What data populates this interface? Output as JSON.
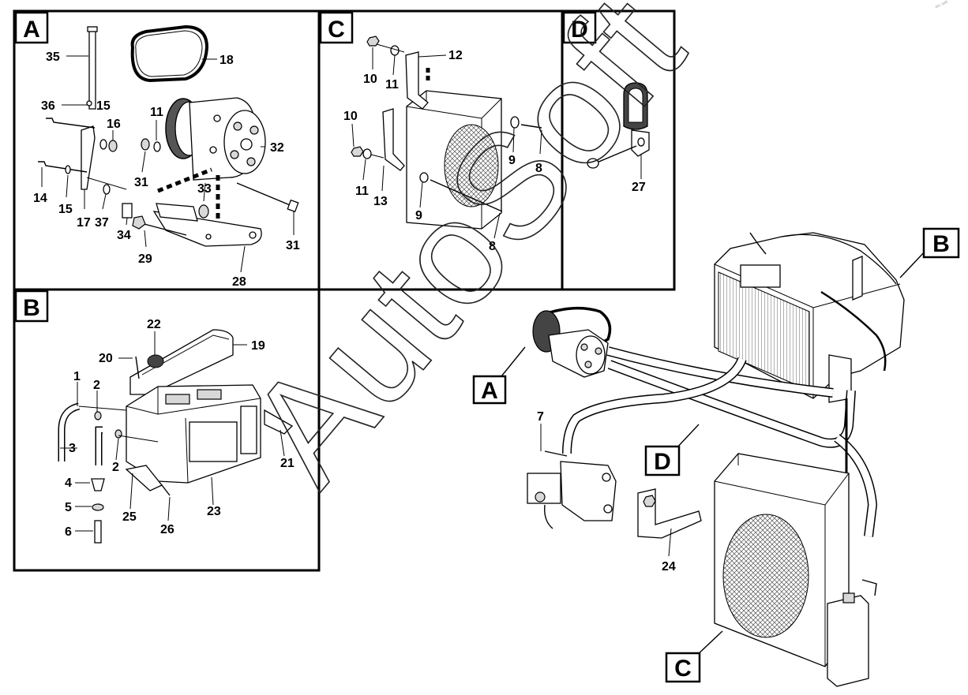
{
  "corner_mark": "ᵒᵗᵒ ˢᵒᶠᵗ",
  "watermark": "AutoSoft",
  "panels": [
    {
      "id": "A",
      "label": "A"
    },
    {
      "id": "C",
      "label": "C"
    },
    {
      "id": "D",
      "label": "D"
    },
    {
      "id": "B",
      "label": "B"
    }
  ],
  "overview_callouts": [
    "A",
    "B",
    "C",
    "D"
  ],
  "part_labels": {
    "p1": "1",
    "p2a": "2",
    "p2b": "2",
    "p3": "3",
    "p4": "4",
    "p5": "5",
    "p6": "6",
    "p7": "7",
    "p8a": "8",
    "p8b": "8",
    "p9a": "9",
    "p9b": "9",
    "p10a": "10",
    "p10b": "10",
    "p11a": "11",
    "p11b": "11",
    "p11c": "11",
    "p12": "12",
    "p13": "13",
    "p14": "14",
    "p15a": "15",
    "p15b": "15",
    "p16": "16",
    "p17": "17",
    "p18": "18",
    "p19": "19",
    "p20": "20",
    "p21": "21",
    "p22": "22",
    "p23": "23",
    "p24": "24",
    "p25": "25",
    "p26": "26",
    "p27": "27",
    "p28": "28",
    "p29": "29",
    "p31a": "31",
    "p31b": "31",
    "p32": "32",
    "p33": "33",
    "p34": "34",
    "p35": "35",
    "p36": "36",
    "p37": "37"
  }
}
